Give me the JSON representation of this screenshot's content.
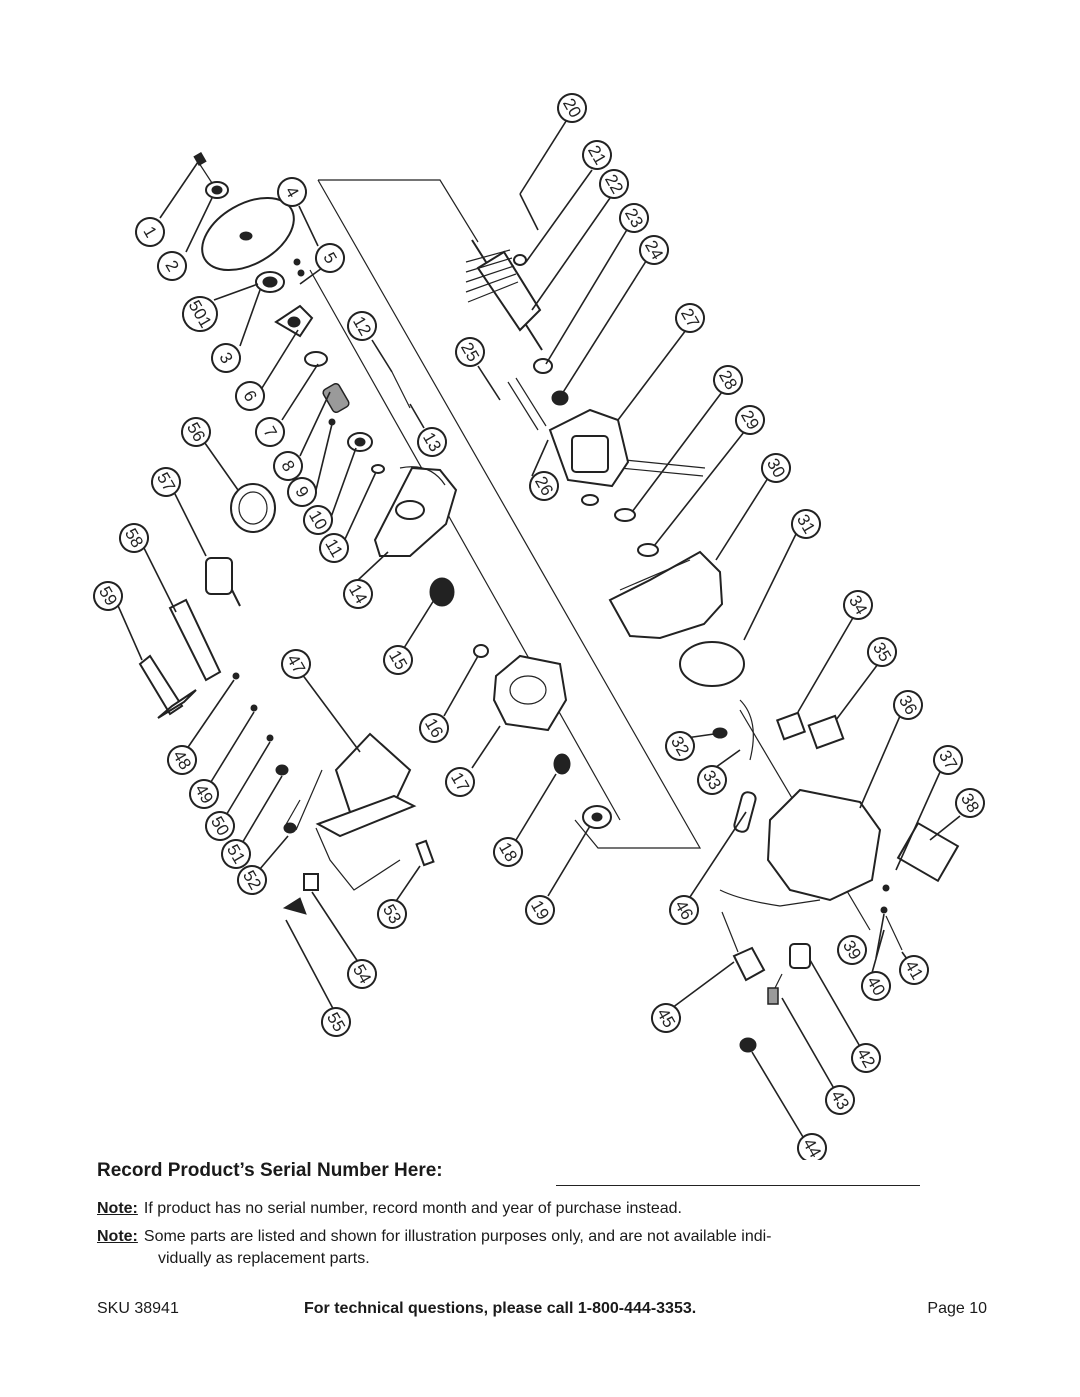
{
  "diagram": {
    "callouts": [
      "1",
      "2",
      "501",
      "3",
      "4",
      "5",
      "6",
      "7",
      "8",
      "9",
      "10",
      "11",
      "12",
      "13",
      "14",
      "15",
      "16",
      "17",
      "18",
      "19",
      "20",
      "21",
      "22",
      "23",
      "24",
      "25",
      "26",
      "27",
      "28",
      "29",
      "30",
      "31",
      "32",
      "33",
      "34",
      "35",
      "36",
      "37",
      "38",
      "39",
      "40",
      "41",
      "42",
      "43",
      "44",
      "45",
      "46",
      "47",
      "48",
      "49",
      "50",
      "51",
      "52",
      "53",
      "54",
      "55",
      "56",
      "57",
      "58",
      "59"
    ]
  },
  "serial": {
    "heading": "Record Product’s Serial Number Here:"
  },
  "notes": [
    {
      "label": "Note:",
      "text": "If product has no serial number, record month and year of purchase instead."
    },
    {
      "label": "Note:",
      "text": "Some parts are listed and shown for illustration purposes only, and are not available indi-",
      "continuation": "vidually as replacement parts."
    }
  ],
  "footer": {
    "sku": "SKU 38941",
    "tech": "For technical questions, please call 1-800-444-3353.",
    "page": "Page 10"
  }
}
